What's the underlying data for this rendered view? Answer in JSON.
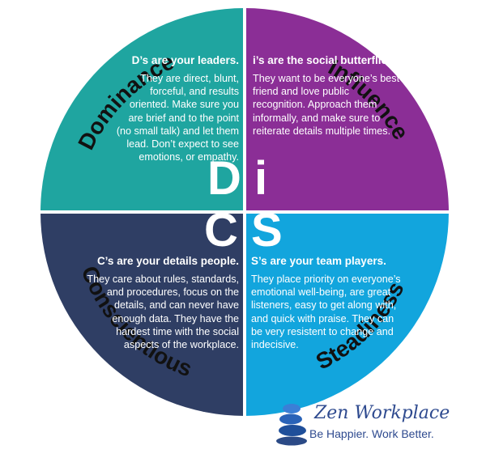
{
  "labels": {
    "dominance": "Dominance",
    "influence": "Influence",
    "steadiness": "Steadiness",
    "conscientious": "Conscientious"
  },
  "letters": {
    "d": "D",
    "i": "i",
    "c": "C",
    "s": "S"
  },
  "quadrants": {
    "d": {
      "heading": "D’s are your leaders.",
      "body": "They are direct, blunt, forceful, and results oriented. Make sure you are brief and to the point (no small talk) and let them lead. Don’t expect to see emotions, or empathy."
    },
    "i": {
      "heading": "i’s are the social butterflies.",
      "body": "They want to be everyone’s best friend and love public recognition.  Approach them informally, and make sure to reiterate details multiple times."
    },
    "c": {
      "heading": "C’s are your details people.",
      "body": "They care about rules, standards, and procedures, focus on the details, and can never have enough data. They have the hardest time with the social aspects of the workplace."
    },
    "s": {
      "heading": "S’s are your team players.",
      "body": "They place priority on everyone’s emotional well-being, are great listeners, easy to get along with, and quick with praise. They can be very resistent to change and indecisive."
    }
  },
  "logo": {
    "name": "Zen Workplace",
    "tagline": "Be Happier. Work Better."
  },
  "colors": {
    "dominance": "#1fa5a0",
    "influence": "#8b2e96",
    "conscientious": "#2f3e64",
    "steadiness": "#12a5dd",
    "logo": "#2e4a8f"
  }
}
